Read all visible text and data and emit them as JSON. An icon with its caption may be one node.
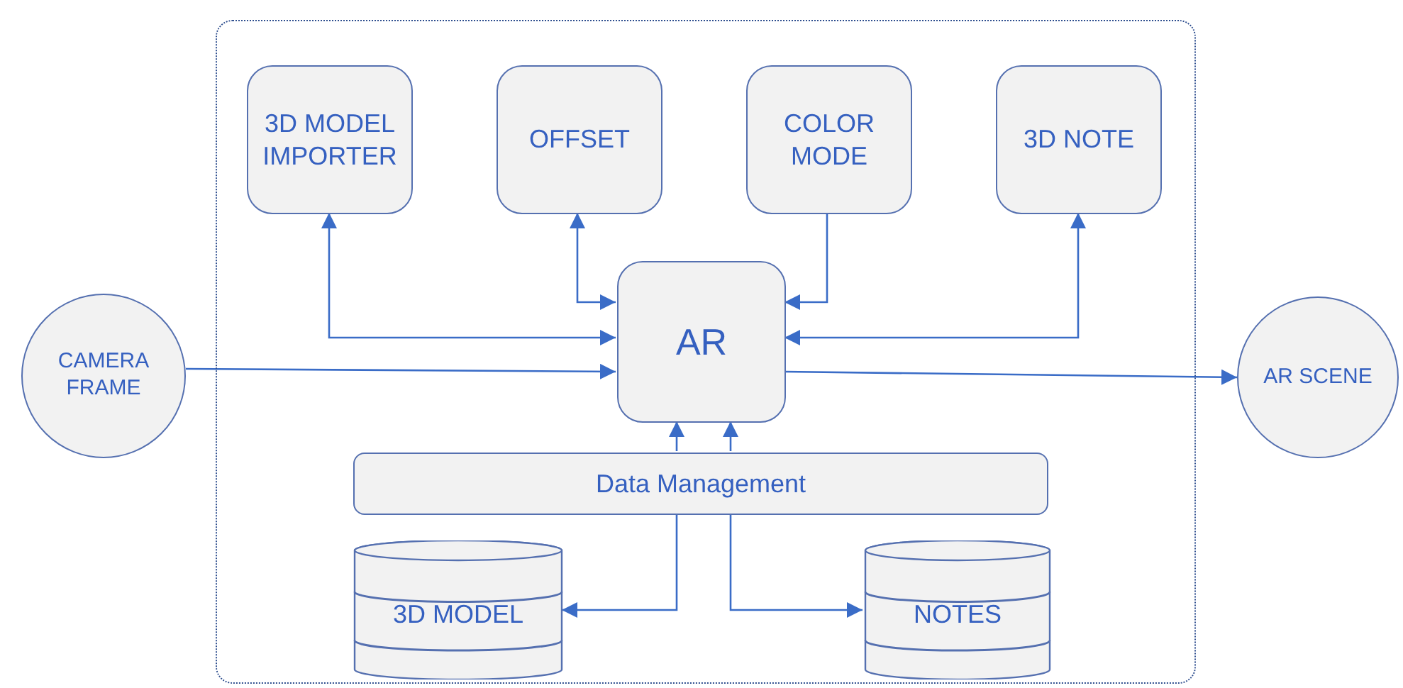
{
  "diagram": {
    "nodes": [
      {
        "text": [],
        "shape": "box"
      },
      {
        "text": [
          "3D MODEL IMPORTER"
        ],
        "in": 0
      },
      {
        "text": [
          "OFFSET"
        ],
        "in": 0
      },
      {
        "text": [
          "COLOR MODE"
        ],
        "in": 0
      },
      {
        "text": [
          "3D NOTE"
        ],
        "in": 0
      },
      {
        "text": [
          "CAMERA FRAME"
        ]
      },
      {
        "text": [
          "AR"
        ],
        "in": 0
      },
      {
        "text": [
          "AR SCENE"
        ]
      },
      {
        "text": [
          "Data Management"
        ],
        "in": 0
      },
      {
        "text": [
          "3D MODEL"
        ],
        "in": 0
      },
      {
        "text": [
          "NOTES"
        ],
        "in": 0
      }
    ],
    "edges": [
      {
        "from": 1,
        "to": 6,
        "arrow": "both"
      },
      {
        "from": 2,
        "to": 6,
        "arrow": "both"
      },
      {
        "from": 3,
        "to": 6,
        "arrow": "to"
      },
      {
        "from": 4,
        "to": 6,
        "arrow": "both"
      },
      {
        "from": 5,
        "to": 6,
        "arrow": "to"
      },
      {
        "from": 6,
        "to": 7,
        "arrow": "to"
      },
      {
        "from": 8,
        "to": 6,
        "arrow": "to"
      },
      {
        "from": 8,
        "to": 6,
        "arrow": "to"
      },
      {
        "from": 8,
        "to": 9,
        "arrow": "to"
      },
      {
        "from": 8,
        "to": 10,
        "arrow": "to"
      }
    ]
  }
}
